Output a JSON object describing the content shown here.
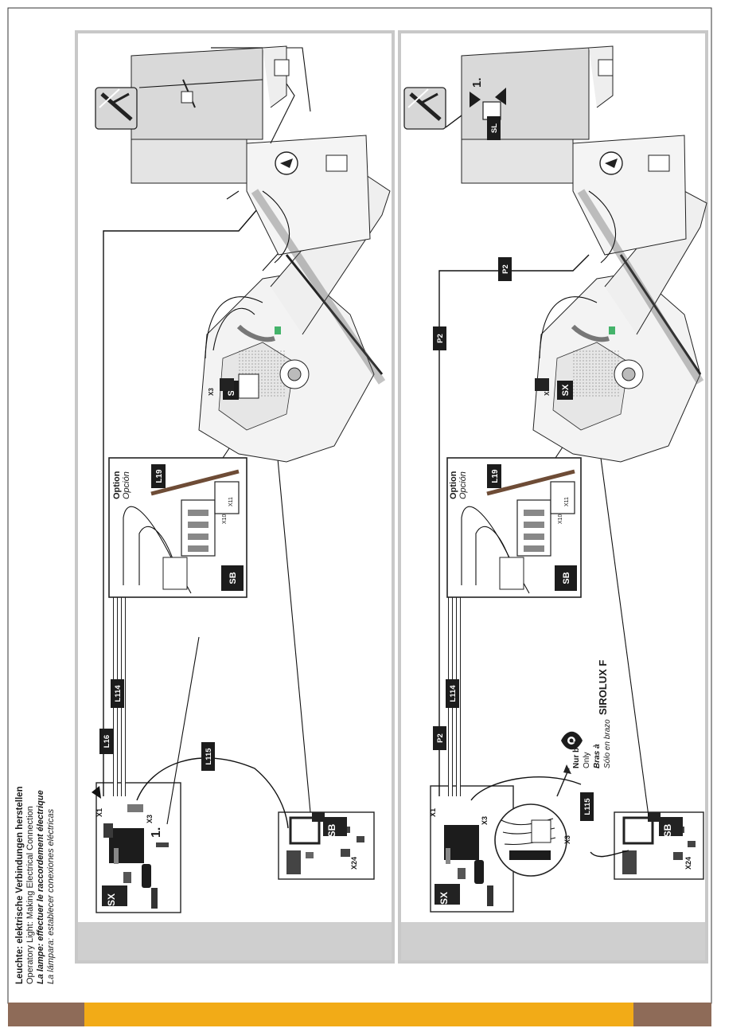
{
  "heading": {
    "de": "Leuchte: elektrische Verbindungen herstellen",
    "en": "Operatory Light: Making Electrical Connection",
    "fr": "La lampe: effectuer le raccordement électrique",
    "es": "La lámpara: establecer conexiones eléctricas"
  },
  "colors": {
    "footer_brown": "#8e6b58",
    "footer_yellow": "#f2ab17",
    "panel_grey": "#cfcfcf"
  },
  "panel_a": {
    "labels": {
      "sx_small": "SX",
      "sb_small": "SB",
      "x1": "X1",
      "x3": "X3",
      "x24": "X24",
      "l16": "L16",
      "l114": "L114",
      "l115": "L115",
      "step": "1.",
      "sb_detail": "SB",
      "l19": "L19",
      "option": "Option",
      "opcion": "Opción",
      "x10": "X10",
      "x11": "X11",
      "sx_unit": "SX",
      "x3_unit": "X3"
    }
  },
  "panel_b": {
    "labels": {
      "sx_small": "SX",
      "sb_small": "SB",
      "x1": "X1",
      "x3": "X3",
      "x24": "X24",
      "x3_detail": "X3",
      "p2": "P2",
      "l114": "L114",
      "l115": "L115",
      "sb_detail": "SB",
      "l19": "L19",
      "option": "Option",
      "opcion": "Opción",
      "x10": "X10",
      "x11": "X11",
      "sx_unit": "SX",
      "x3_unit": "X3",
      "p2_a": "P2",
      "p2_b": "P2",
      "p2_c": "P2",
      "sl": "SL",
      "step": "1.",
      "note_de": "Nur bei",
      "note_en": "Only",
      "note_fr": "Bras à",
      "note_es": "Sólo en brazo",
      "model": "SIROLUX F"
    }
  }
}
